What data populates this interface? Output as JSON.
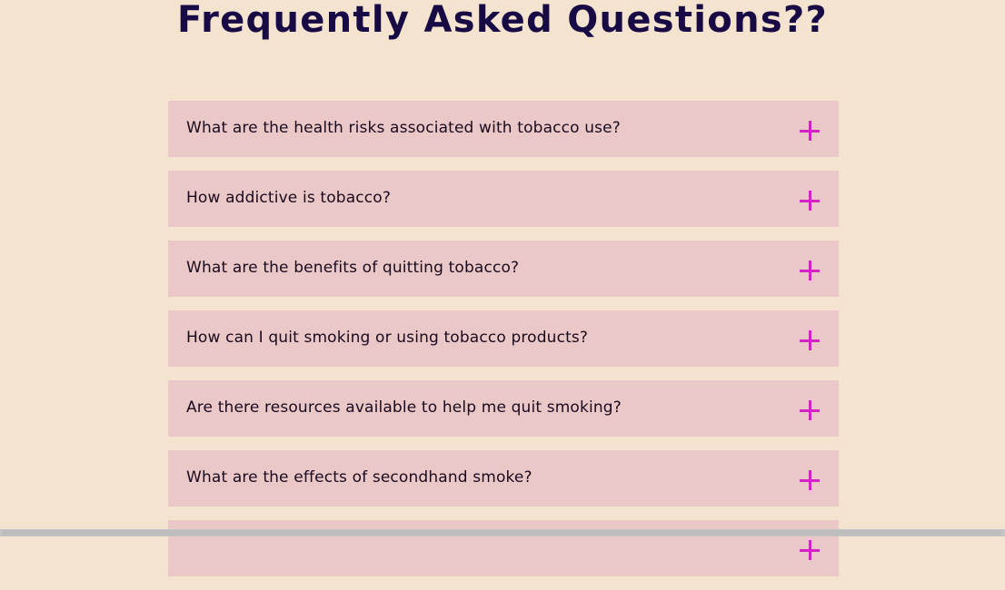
{
  "page": {
    "title": "Frequently Asked Questions??"
  },
  "faq": {
    "items": [
      {
        "question": "What are the health risks associated with tobacco use?",
        "expanded": false,
        "icon": "plus-icon"
      },
      {
        "question": "How addictive is tobacco?",
        "expanded": false,
        "icon": "plus-icon"
      },
      {
        "question": "What are the benefits of quitting tobacco?",
        "expanded": false,
        "icon": "plus-icon"
      },
      {
        "question": "How can I quit smoking or using tobacco products?",
        "expanded": false,
        "icon": "plus-icon"
      },
      {
        "question": "Are there resources available to help me quit smoking?",
        "expanded": false,
        "icon": "plus-icon"
      },
      {
        "question": "What are the effects of secondhand smoke?",
        "expanded": false,
        "icon": "plus-icon"
      },
      {
        "question": "",
        "expanded": false,
        "icon": "plus-icon"
      }
    ]
  },
  "colors": {
    "background": "#f4e4cf",
    "title": "#180a45",
    "item_background": "#eac8c7",
    "item_text": "#1a0a1f",
    "accent": "#d125c1"
  }
}
